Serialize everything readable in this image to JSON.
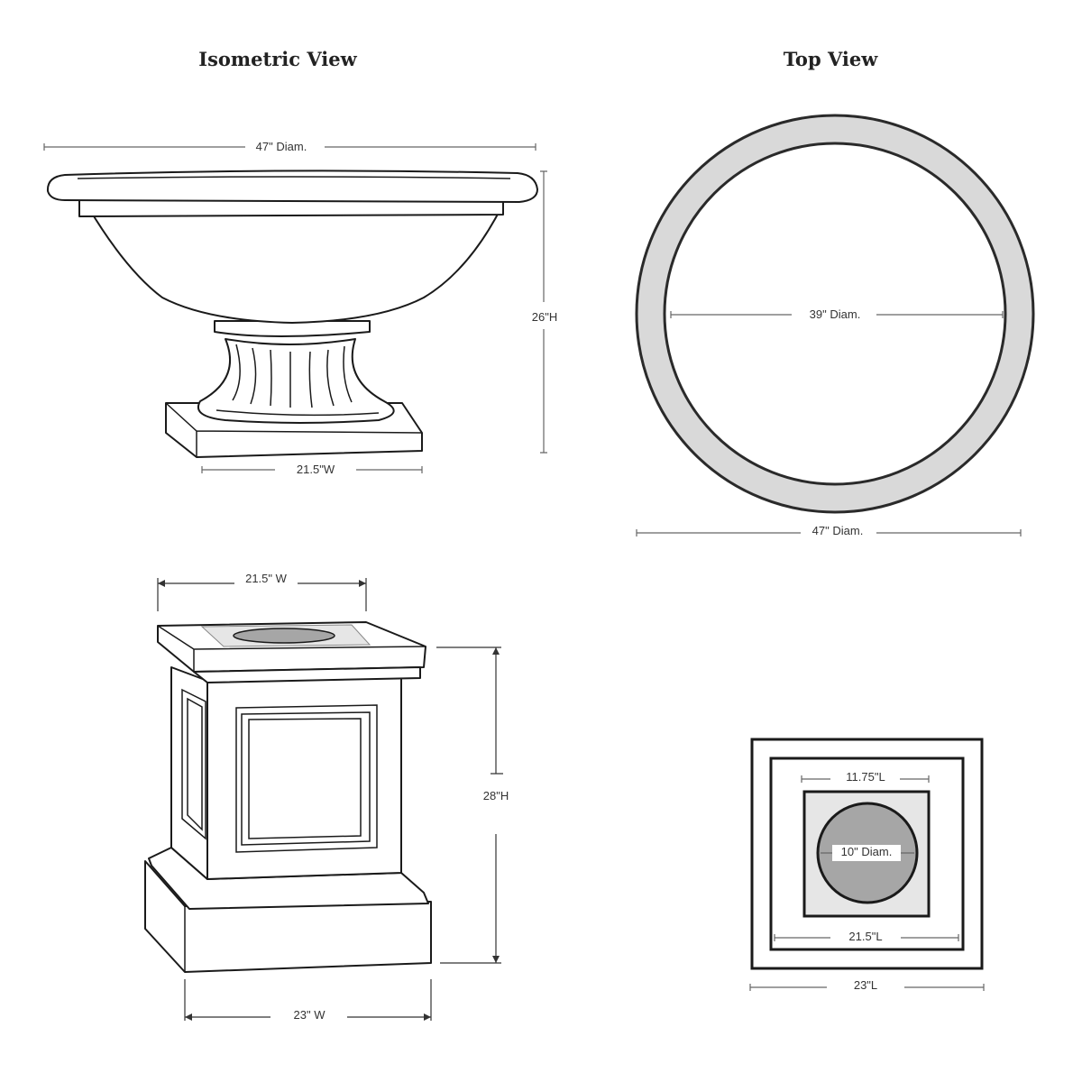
{
  "titles": {
    "isometric": "Isometric View",
    "top": "Top View"
  },
  "bowl_iso": {
    "diameter": "47\" Diam.",
    "height": "26\"H",
    "base_width": "21.5\"W"
  },
  "bowl_top": {
    "inner_diameter": "39\" Diam.",
    "outer_diameter": "47\" Diam."
  },
  "pedestal_iso": {
    "top_width": "21.5\" W",
    "height": "28\"H",
    "base_width": "23\" W"
  },
  "pedestal_top": {
    "opening_length": "11.75\"L",
    "hole_diameter": "10\" Diam.",
    "top_length": "21.5\"L",
    "base_length": "23\"L"
  },
  "colors": {
    "ring": "#d9d9d9",
    "hole": "#a6a6a6",
    "recess": "#e6e6e6",
    "line": "#1a1a1a"
  }
}
